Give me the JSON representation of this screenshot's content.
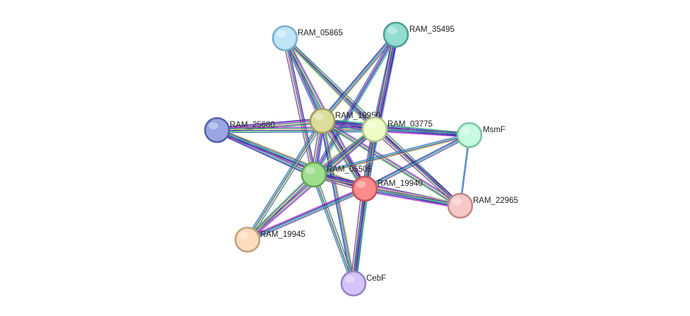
{
  "network": {
    "edge_colors": [
      "#22c55e",
      "#3b5bdb",
      "#1a1a8c",
      "#c026d3",
      "#0e7490",
      "#d4d46a",
      "#6b21a8"
    ],
    "nodes": [
      {
        "id": "RAM_05865",
        "label": "RAM_05865",
        "fill": "#bfe6f7",
        "stroke": "#7aaed0"
      },
      {
        "id": "RAM_35495",
        "label": "RAM_35495",
        "fill": "#92ddd2",
        "stroke": "#4e9e92"
      },
      {
        "id": "RAM_25680",
        "label": "RAM_25680",
        "fill": "#99a6e2",
        "stroke": "#5662a6"
      },
      {
        "id": "RAM_19950",
        "label": "RAM_19950",
        "fill": "#dedc99",
        "stroke": "#a09e5a"
      },
      {
        "id": "RAM_03775",
        "label": "RAM_03775",
        "fill": "#eefcc6",
        "stroke": "#b4c58a"
      },
      {
        "id": "MsmF",
        "label": "MsmF",
        "fill": "#c7fbe0",
        "stroke": "#7cc4a0"
      },
      {
        "id": "RAM_05505",
        "label": "RAM_05505",
        "fill": "#9fde8e",
        "stroke": "#62a453"
      },
      {
        "id": "RAM_19940",
        "label": "RAM_19940",
        "fill": "#fb8b8b",
        "stroke": "#c45454"
      },
      {
        "id": "RAM_22965",
        "label": "RAM_22965",
        "fill": "#f8c8c8",
        "stroke": "#c08a8a"
      },
      {
        "id": "RAM_19945",
        "label": "RAM_19945",
        "fill": "#fcdcbc",
        "stroke": "#c2a27a"
      },
      {
        "id": "CebF",
        "label": "CebF",
        "fill": "#d5c3fb",
        "stroke": "#9782c4"
      }
    ],
    "edges": [
      {
        "source": "RAM_05865",
        "target": "RAM_19950",
        "n": 5
      },
      {
        "source": "RAM_05865",
        "target": "RAM_03775",
        "n": 5
      },
      {
        "source": "RAM_05865",
        "target": "RAM_05505",
        "n": 5
      },
      {
        "source": "RAM_05865",
        "target": "RAM_19940",
        "n": 5
      },
      {
        "source": "RAM_05865",
        "target": "RAM_22965",
        "n": 4
      },
      {
        "source": "RAM_35495",
        "target": "RAM_19950",
        "n": 5
      },
      {
        "source": "RAM_35495",
        "target": "RAM_03775",
        "n": 6
      },
      {
        "source": "RAM_35495",
        "target": "RAM_05505",
        "n": 5
      },
      {
        "source": "RAM_35495",
        "target": "RAM_19940",
        "n": 6
      },
      {
        "source": "RAM_25680",
        "target": "RAM_19950",
        "n": 6
      },
      {
        "source": "RAM_25680",
        "target": "RAM_03775",
        "n": 6
      },
      {
        "source": "RAM_25680",
        "target": "RAM_05505",
        "n": 6
      },
      {
        "source": "RAM_25680",
        "target": "RAM_19940",
        "n": 6
      },
      {
        "source": "RAM_19950",
        "target": "RAM_03775",
        "n": 6
      },
      {
        "source": "RAM_19950",
        "target": "MsmF",
        "n": 5
      },
      {
        "source": "RAM_19950",
        "target": "RAM_05505",
        "n": 6
      },
      {
        "source": "RAM_19950",
        "target": "RAM_19940",
        "n": 6
      },
      {
        "source": "RAM_19950",
        "target": "RAM_22965",
        "n": 5
      },
      {
        "source": "RAM_19950",
        "target": "RAM_19945",
        "n": 5
      },
      {
        "source": "RAM_19950",
        "target": "CebF",
        "n": 5
      },
      {
        "source": "RAM_03775",
        "target": "MsmF",
        "n": 5
      },
      {
        "source": "RAM_03775",
        "target": "RAM_05505",
        "n": 6
      },
      {
        "source": "RAM_03775",
        "target": "RAM_19940",
        "n": 6
      },
      {
        "source": "RAM_03775",
        "target": "RAM_22965",
        "n": 5
      },
      {
        "source": "RAM_03775",
        "target": "RAM_19945",
        "n": 5
      },
      {
        "source": "RAM_03775",
        "target": "CebF",
        "n": 5
      },
      {
        "source": "MsmF",
        "target": "RAM_05505",
        "n": 4
      },
      {
        "source": "MsmF",
        "target": "RAM_19940",
        "n": 4
      },
      {
        "source": "MsmF",
        "target": "RAM_22965",
        "n": 2
      },
      {
        "source": "RAM_05505",
        "target": "RAM_19940",
        "n": 6
      },
      {
        "source": "RAM_05505",
        "target": "RAM_22965",
        "n": 5
      },
      {
        "source": "RAM_05505",
        "target": "RAM_19945",
        "n": 5
      },
      {
        "source": "RAM_05505",
        "target": "CebF",
        "n": 5
      },
      {
        "source": "RAM_19940",
        "target": "RAM_22965",
        "n": 6
      },
      {
        "source": "RAM_19940",
        "target": "RAM_19945",
        "n": 5
      },
      {
        "source": "RAM_19940",
        "target": "CebF",
        "n": 7
      }
    ]
  }
}
